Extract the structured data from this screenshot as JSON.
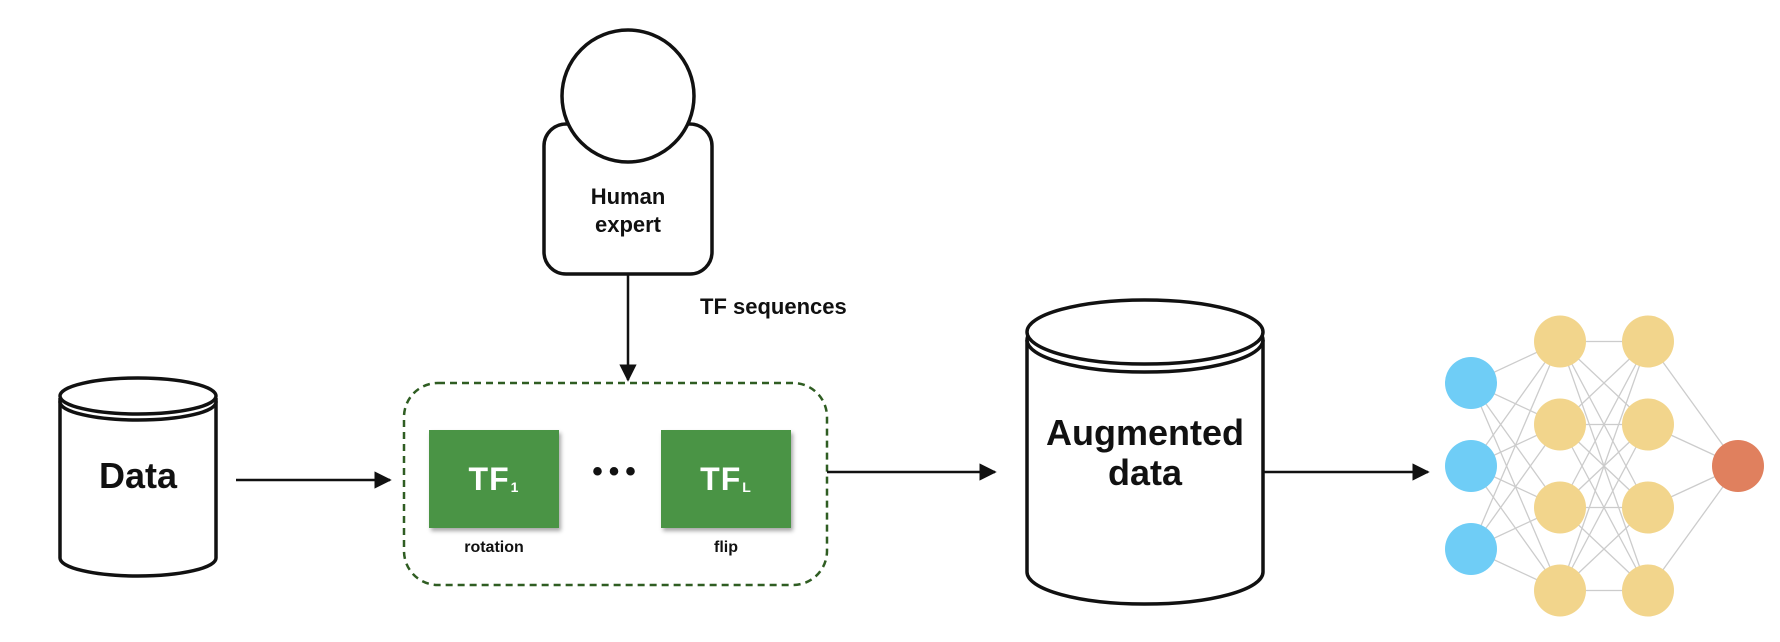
{
  "nodes": {
    "data": {
      "label": "Data"
    },
    "human_expert": {
      "label_line1": "Human",
      "label_line2": "expert"
    },
    "augmented_data": {
      "label_line1": "Augmented",
      "label_line2": "data"
    }
  },
  "edges": {
    "tf_sequences": {
      "label": "TF sequences"
    }
  },
  "transforms": [
    {
      "name": "TF",
      "subscript": "1",
      "caption": "rotation"
    },
    {
      "name": "TF",
      "subscript": "L",
      "caption": "flip"
    }
  ],
  "ellipsis": "•••",
  "colors": {
    "transform_fill": "#4a9445",
    "pipeline_border": "#2f5d22",
    "input_neuron": "#6fcdf6",
    "hidden_neuron": "#f2d58c",
    "output_neuron": "#e0805e",
    "connection": "#cccccc",
    "outline": "#111111"
  },
  "network": {
    "input_count": 3,
    "hidden_layers": [
      4,
      4
    ],
    "output_count": 1
  }
}
